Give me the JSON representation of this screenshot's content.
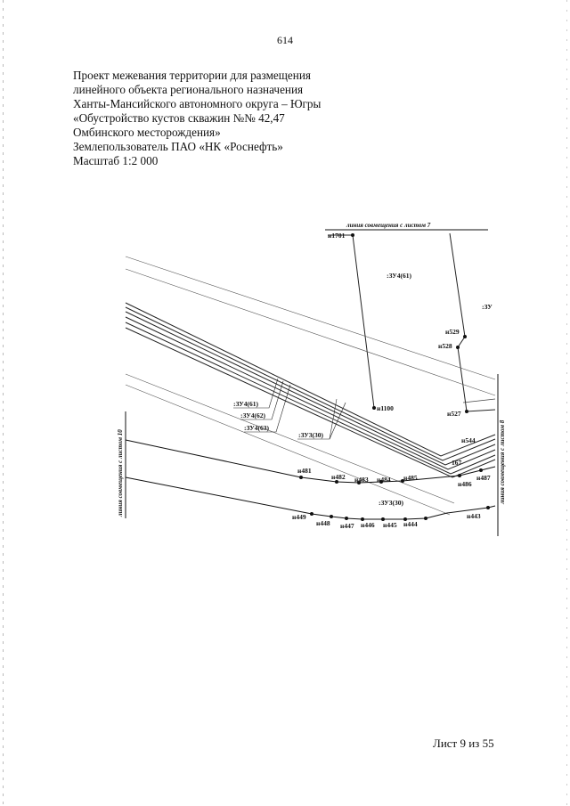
{
  "page_number": "614",
  "header": {
    "lines": [
      "Проект межевания территории для размещения",
      "линейного объекта регионального назначения",
      "Ханты-Мансийского автономного округа – Югры",
      "«Обустройство кустов скважин №№ 42,47",
      "Омбинского месторождения»",
      "Землепользователь ПАО «НК «Роснефть»",
      "Масштаб 1:2 000"
    ]
  },
  "map": {
    "captions": {
      "top": "линия совмещения с листом 7",
      "left": "линия совмещения с листом 10",
      "right": "линия совмещения с листом 8"
    },
    "zones": {
      "z61_top": ":ЗУ4(61)",
      "zu_cut": ":ЗУ",
      "z61": ":ЗУ4(61)",
      "z62": ":ЗУ4(62)",
      "z63": ":ЗУ4(63)",
      "z30a": ":ЗУ3(30)",
      "z30b": ":ЗУ3(30)"
    },
    "points": {
      "n1701": "н1701",
      "n529": "н529",
      "n528": "н528",
      "n1100": "н1100",
      "n527": "н527",
      "n544": "н544",
      "n167": "167",
      "n481": "н481",
      "n482": "н482",
      "n483": "н483",
      "n484": "н484",
      "n485": "н485",
      "n486": "н486",
      "n487": "н487",
      "n449": "н449",
      "n448": "н448",
      "n447": "н447",
      "n446": "н446",
      "n445": "н445",
      "n444": "н444",
      "n443": "н443"
    }
  },
  "sheet_label": "Лист 9 из 55"
}
